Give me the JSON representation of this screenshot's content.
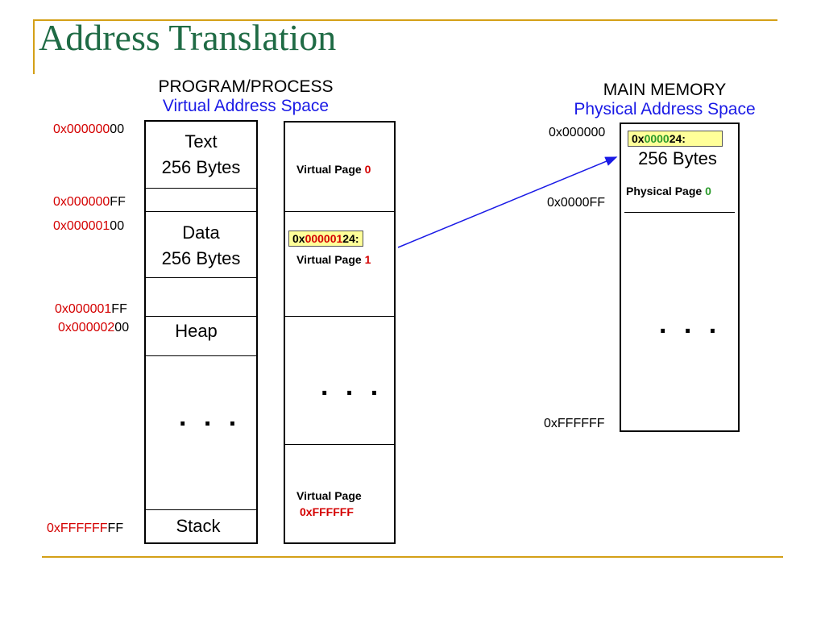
{
  "slide": {
    "title": "Address Translation"
  },
  "program": {
    "header": "PROGRAM/PROCESS",
    "subheader": "Virtual Address Space"
  },
  "memory": {
    "header": "MAIN MEMORY",
    "subheader": "Physical Address Space"
  },
  "vaddr_labels": [
    {
      "prefix": "0x000000",
      "suffix": "00"
    },
    {
      "prefix": "0x000000",
      "suffix": "FF"
    },
    {
      "prefix": "0x000001",
      "suffix": "00"
    },
    {
      "prefix": "0x000001",
      "suffix": "FF"
    },
    {
      "prefix": "0x000002",
      "suffix": "00"
    },
    {
      "prefix": "0xFFFFFF",
      "suffix": "FF"
    }
  ],
  "segments": {
    "text": {
      "name": "Text",
      "size": "256 Bytes"
    },
    "data": {
      "name": "Data",
      "size": "256 Bytes"
    },
    "heap": {
      "name": "Heap"
    },
    "dots": ". . .",
    "stack": {
      "name": "Stack"
    }
  },
  "virtual_pages": {
    "label": "Virtual Page",
    "page0_num": "0",
    "page1_num": "1",
    "last_num": "0xFFFFFF",
    "dots": ". . .",
    "highlight": {
      "prefix": "0x",
      "page": "000001",
      "offset": "24:"
    }
  },
  "physical": {
    "addr_top": "0x000000",
    "addr_page_end": "0x0000FF",
    "addr_bottom": "0xFFFFFF",
    "highlight": {
      "prefix": "0x",
      "page": "0000",
      "offset": "24:"
    },
    "size": "256 Bytes",
    "page_label": "Physical Page",
    "page_num": "0",
    "dots": ". . ."
  },
  "colors": {
    "title": "#1f6b45",
    "rule": "#d4a017",
    "subheader": "#1a1ae6",
    "page_red": "#d40000",
    "page_green": "#2a9a2a",
    "highlight": "#ffff99",
    "arrow": "#1a1ae6"
  }
}
